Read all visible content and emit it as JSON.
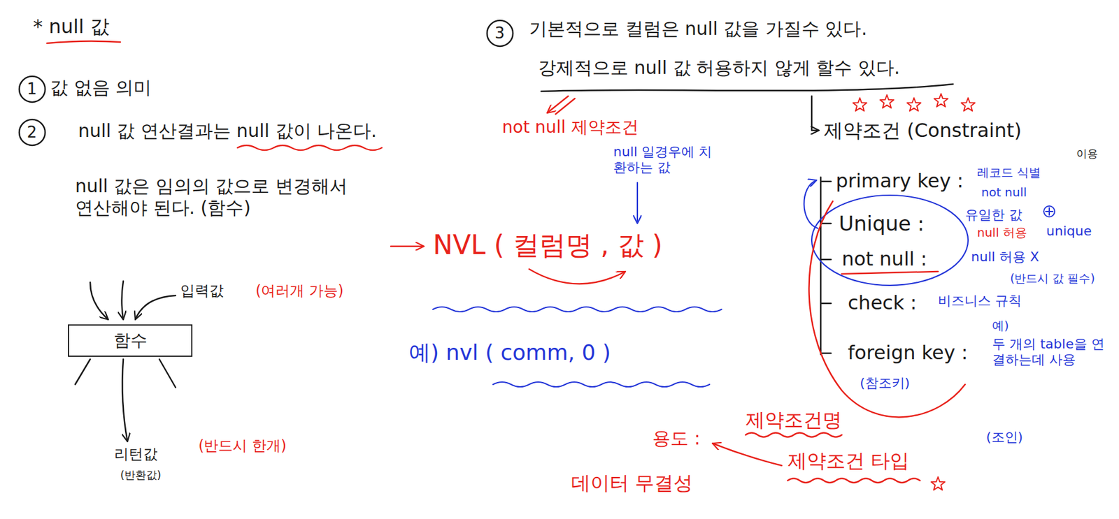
{
  "diagram": {
    "title": "* null 값",
    "nodes": [
      {
        "text": [
          "1"
        ]
      },
      {
        "text": [
          "2"
        ]
      },
      {
        "text": [
          "함수"
        ]
      },
      {
        "text": [
          "3"
        ]
      }
    ],
    "labels": [
      "값 없음 의미",
      "null 값 연산결과는 null 값이 나온다.",
      "null 값은 임의의 값으로 변경해서 연산해야 된다. (함수)",
      "입력값",
      "(여러개 가능)",
      "리턴값",
      "(반환값)",
      "(반드시 한개)",
      "NVL ( 컬럼명 , 값 )",
      "null 일경우에 치환하는 값",
      "예) nvl ( comm, 0 )",
      "기본적으로 컬럼은 null 값을 가질수 있다.",
      "강제적으로 null 값 허용하지 않게 할수 있다.",
      "not null 제약조건",
      "제약조건 (Constraint)",
      "primary key :",
      "레코드 식별",
      "이용",
      "not null",
      "unique",
      "Unique :",
      "유일한 값",
      "null 허용",
      "not null :",
      "null 허용 X",
      "(반드시 값 필수)",
      "check :",
      "비즈니스 규칙",
      "예)",
      "foreign key :",
      "(참조키)",
      "두 개의 table을 연결하는데 사용",
      "(조인)",
      "제약조건명",
      "제약조건 타입",
      "용도 :",
      "데이터 무결성"
    ]
  }
}
